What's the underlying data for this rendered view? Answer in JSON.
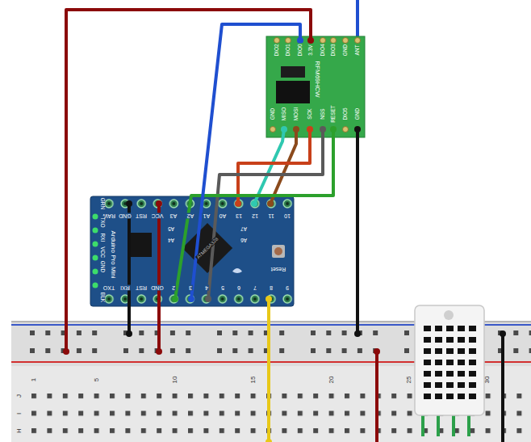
{
  "diagram": {
    "nodes": [
      {
        "text": [
          "RFM69HCW"
        ]
      },
      {
        "text": [
          "Arduino Pro Mini",
          "Reset"
        ]
      },
      {
        "text": [
          "1",
          "5",
          "10",
          "15",
          "20",
          "25",
          "30",
          "J",
          "I",
          "H"
        ]
      }
    ],
    "edges": [
      {
        "from": 1,
        "to": 0,
        "arrow": "none"
      },
      {
        "from": 1,
        "to": 0,
        "arrow": "none"
      },
      {
        "from": 1,
        "to": 0,
        "arrow": "none"
      },
      {
        "from": 1,
        "to": 0,
        "arrow": "none"
      },
      {
        "from": 1,
        "to": 0,
        "arrow": "none"
      },
      {
        "from": 1,
        "to": 0,
        "arrow": "none"
      },
      {
        "from": 2,
        "to": 0,
        "arrow": "none"
      },
      {
        "from": 0,
        "to": 2,
        "arrow": "none"
      },
      {
        "from": 1,
        "to": 2,
        "arrow": "none"
      },
      {
        "from": 1,
        "to": 2,
        "arrow": "none"
      },
      {
        "from": 1,
        "to": 2,
        "arrow": "none"
      }
    ],
    "labels": [
      "DIO2",
      "DIO1",
      "DIO0",
      "3.3V",
      "DIO4",
      "DIO3",
      "GND",
      "ANT",
      "GND",
      "MISO",
      "MOSI",
      "SCK",
      "NSS",
      "RESET",
      "DIO5",
      "GND",
      "RAW",
      "GND",
      "RST",
      "VCC",
      "A3",
      "A2",
      "A1",
      "A0",
      "13",
      "12",
      "11",
      "10",
      "TXO",
      "RXI",
      "RST",
      "GND",
      "2",
      "3",
      "4",
      "5",
      "6",
      "7",
      "8",
      "9",
      "GRN",
      "TXO",
      "RXI",
      "VCC",
      "GND",
      "BLK",
      "A4",
      "A5",
      "A6",
      "A7",
      "ATMEGA328"
    ]
  }
}
